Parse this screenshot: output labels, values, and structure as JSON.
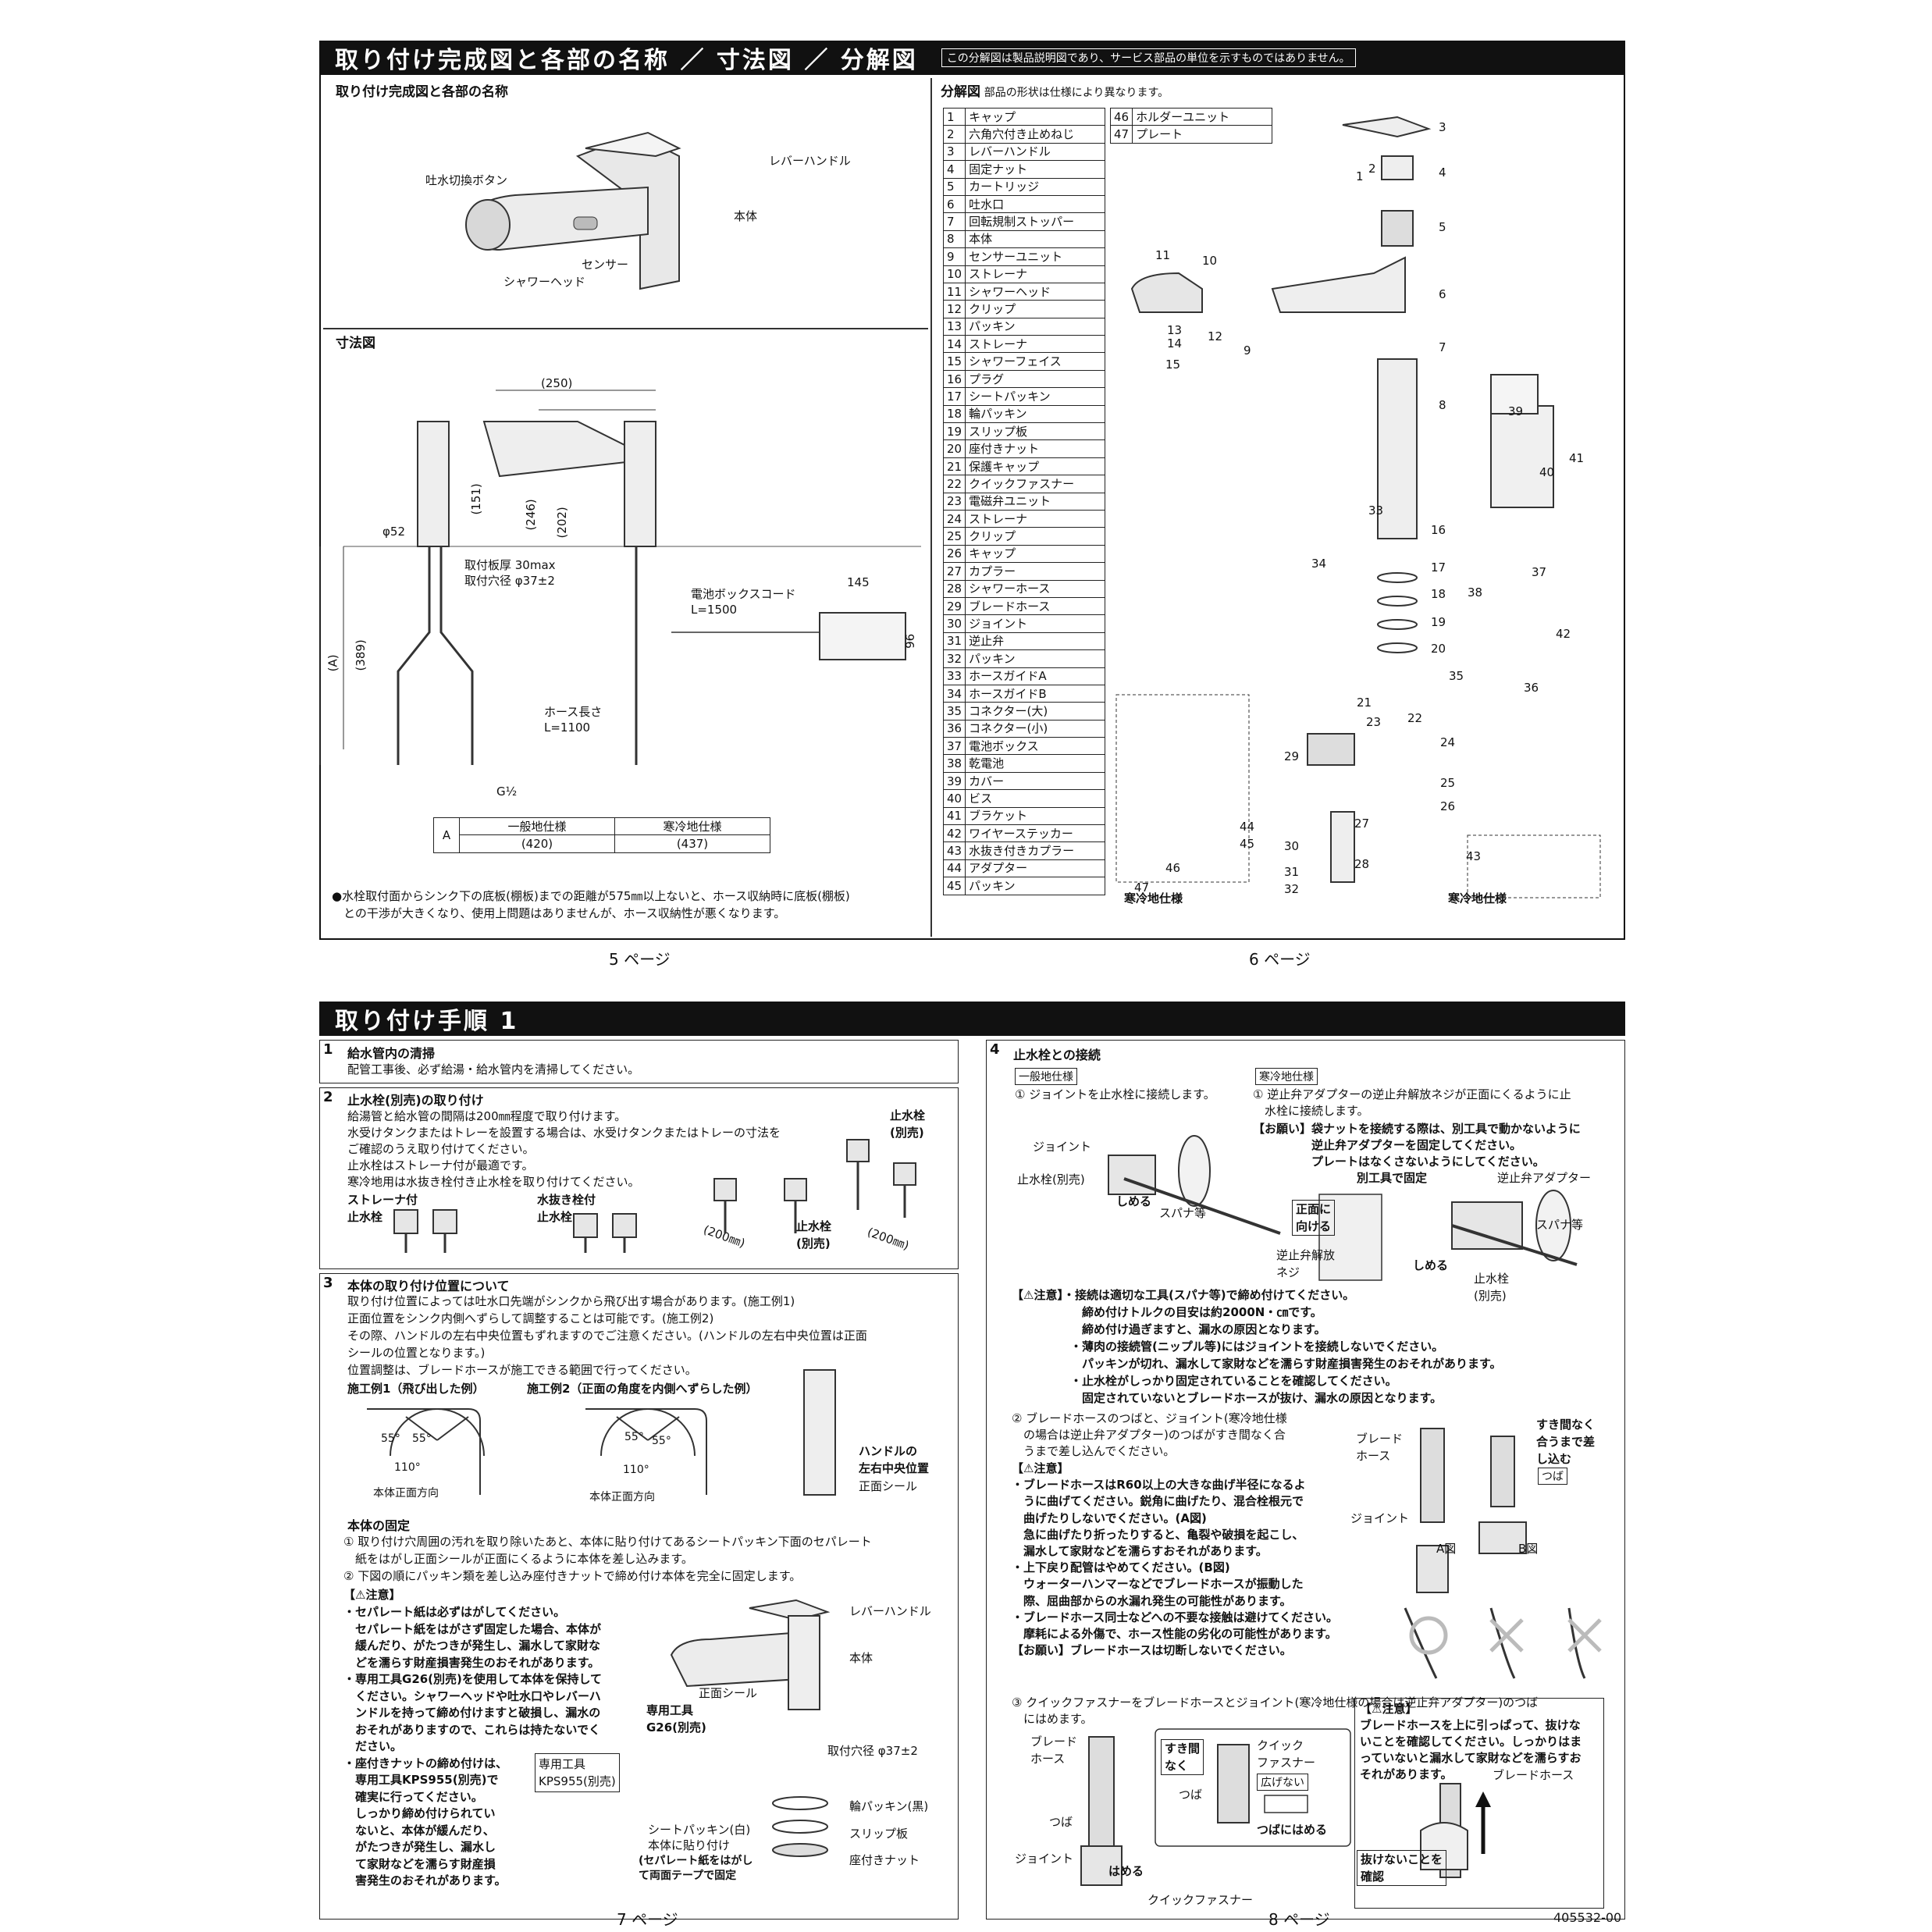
{
  "top": {
    "header": "取り付け完成図と各部の名称 ／ 寸法図 ／ 分解図",
    "header_note": "この分解図は製品説明図であり、サービス部品の単位を示すものではありません。",
    "assembly": {
      "title": "取り付け完成図と各部の名称",
      "labels": {
        "lever": "レバーハンドル",
        "button": "吐水切換ボタン",
        "body": "本体",
        "sensor": "センサー",
        "head": "シャワーヘッド"
      }
    },
    "dimension": {
      "title": "寸法図",
      "d250": "(250)",
      "d151": "(151)",
      "d246": "(246)",
      "d202": "(202)",
      "phi52": "φ52",
      "plate": "取付板厚 30max",
      "hole": "取付穴径 φ37±2",
      "cord": "電池ボックスコード",
      "cord_len": "L=1500",
      "d145": "145",
      "d96": "96",
      "dA": "(A)",
      "d389": "(389)",
      "hose": "ホース長さ",
      "hose_len": "L=1100",
      "g": "G½",
      "table": {
        "col1": "一般地仕様",
        "col2": "寒冷地仕様",
        "row": "A",
        "v1": "(420)",
        "v2": "(437)"
      },
      "note1": "●水栓取付面からシンク下の底板(棚板)までの距離が575㎜以上ないと、ホース収納時に底板(棚板)",
      "note2": "との干渉が大きくなり、使用上問題はありませんが、ホース収納性が悪くなります。"
    },
    "exploded": {
      "title": "分解図",
      "subtitle": "部品の形状は仕様により異なります。",
      "parts_left": [
        [
          "1",
          "キャップ"
        ],
        [
          "2",
          "六角穴付き止めねじ"
        ],
        [
          "3",
          "レバーハンドル"
        ],
        [
          "4",
          "固定ナット"
        ],
        [
          "5",
          "カートリッジ"
        ],
        [
          "6",
          "吐水口"
        ],
        [
          "7",
          "回転規制ストッパー"
        ],
        [
          "8",
          "本体"
        ],
        [
          "9",
          "センサーユニット"
        ],
        [
          "10",
          "ストレーナ"
        ],
        [
          "11",
          "シャワーヘッド"
        ],
        [
          "12",
          "クリップ"
        ],
        [
          "13",
          "パッキン"
        ],
        [
          "14",
          "ストレーナ"
        ],
        [
          "15",
          "シャワーフェイス"
        ],
        [
          "16",
          "プラグ"
        ],
        [
          "17",
          "シートパッキン"
        ],
        [
          "18",
          "輪パッキン"
        ],
        [
          "19",
          "スリップ板"
        ],
        [
          "20",
          "座付きナット"
        ],
        [
          "21",
          "保護キャップ"
        ],
        [
          "22",
          "クイックファスナー"
        ],
        [
          "23",
          "電磁弁ユニット"
        ],
        [
          "24",
          "ストレーナ"
        ],
        [
          "25",
          "クリップ"
        ],
        [
          "26",
          "キャップ"
        ],
        [
          "27",
          "カプラー"
        ],
        [
          "28",
          "シャワーホース"
        ],
        [
          "29",
          "ブレードホース"
        ],
        [
          "30",
          "ジョイント"
        ],
        [
          "31",
          "逆止弁"
        ],
        [
          "32",
          "パッキン"
        ],
        [
          "33",
          "ホースガイドA"
        ],
        [
          "34",
          "ホースガイドB"
        ],
        [
          "35",
          "コネクター(大)"
        ],
        [
          "36",
          "コネクター(小)"
        ],
        [
          "37",
          "電池ボックス"
        ],
        [
          "38",
          "乾電池"
        ],
        [
          "39",
          "カバー"
        ],
        [
          "40",
          "ビス"
        ],
        [
          "41",
          "ブラケット"
        ],
        [
          "42",
          "ワイヤーステッカー"
        ],
        [
          "43",
          "水抜き付きカプラー"
        ],
        [
          "44",
          "アダプター"
        ],
        [
          "45",
          "パッキン"
        ]
      ],
      "parts_right": [
        [
          "46",
          "ホルダーユニット"
        ],
        [
          "47",
          "プレート"
        ]
      ],
      "callouts": [
        "1",
        "2",
        "3",
        "4",
        "5",
        "6",
        "7",
        "8",
        "9",
        "10",
        "11",
        "12",
        "13",
        "14",
        "15",
        "16",
        "17",
        "18",
        "19",
        "20",
        "21",
        "22",
        "23",
        "24",
        "25",
        "26",
        "27",
        "28",
        "29",
        "30",
        "31",
        "32",
        "33",
        "34",
        "35",
        "36",
        "37",
        "38",
        "39",
        "40",
        "41",
        "42",
        "43",
        "44",
        "45",
        "46",
        "47"
      ],
      "cold1": "寒冷地仕様",
      "cold2": "寒冷地仕様"
    },
    "page5": "5 ページ",
    "page6": "6 ページ"
  },
  "bottom": {
    "header": "取り付け手順 1",
    "step1": {
      "num": "1",
      "title": "給水管内の清掃",
      "text": "配管工事後、必ず給湯・給水管内を清掃してください。"
    },
    "step2": {
      "num": "2",
      "title": "止水栓(別売)の取り付け",
      "lines": [
        "給湯管と給水管の間隔は200㎜程度で取り付けます。",
        "水受けタンクまたはトレーを設置する場合は、水受けタンクまたはトレーの寸法を",
        "ご確認のうえ取り付けてください。",
        "止水栓はストレーナ付が最適です。",
        "寒冷地用は水抜き栓付き止水栓を取り付けてください。"
      ],
      "label_strainer": "ストレーナ付\n止水栓",
      "label_drain": "水抜き栓付\n止水栓",
      "label_stop1": "止水栓\n(別売)",
      "label_stop2": "止水栓\n(別売)",
      "d200a": "(200㎜)",
      "d200b": "(200㎜)"
    },
    "step3": {
      "num": "3",
      "title": "本体の取り付け位置について",
      "lines": [
        "取り付け位置によっては吐水口先端がシンクから飛び出す場合があります。(施工例1)",
        "正面位置をシンク内側へずらして調整することは可能です。(施工例2)",
        "その際、ハンドルの左右中央位置もずれますのでご注意ください。(ハンドルの左右中央位置は正面",
        "シールの位置となります。)",
        "位置調整は、ブレードホースが施工できる範囲で行ってください。"
      ],
      "ex1": "施工例1（飛び出した例）",
      "ex2": "施工例2（正面の角度を内側へずらした例）",
      "a55a": "55°",
      "a55b": "55°",
      "a110a": "110°",
      "a55c": "55°",
      "a55d": "55°",
      "a110b": "110°",
      "front1": "本体正面方向",
      "front2": "本体正面方向",
      "handle_center": "ハンドルの\n左右中央位置",
      "front_seal": "正面シール",
      "fix_title": "本体の固定",
      "fix_lines": [
        "① 取り付け穴周囲の汚れを取り除いたあと、本体に貼り付けてあるシートパッキン下面のセパレート",
        "　紙をはがし正面シールが正面にくるように本体を差し込みます。",
        "② 下図の順にパッキン類を差し込み座付きナットで締め付け本体を完全に固定します。"
      ],
      "caution_head": "【⚠注意】",
      "caution_lines": [
        "・セパレート紙は必ずはがしてください。",
        "　セパレート紙をはがさず固定した場合、本体が",
        "　緩んだり、がたつきが発生し、漏水して家財な",
        "　どを濡らす財産損害発生のおそれがあります。",
        "・専用工具G26(別売)を使用して本体を保持して",
        "　ください。シャワーヘッドや吐水口やレバーハ",
        "　ンドルを持って締め付けますと破損し、漏水の",
        "　おそれがありますので、これらは持たないでく",
        "　ださい。",
        "・座付きナットの締め付けは、",
        "　専用工具KPS955(別売)で",
        "　確実に行ってください。",
        "　しっかり締め付けられてい",
        "　ないと、本体が緩んだり、",
        "　がたつきが発生し、漏水し",
        "　て家財などを濡らす財産損",
        "　害発生のおそれがあります。"
      ],
      "tool_kps": "専用工具\nKPS955(別売)",
      "tool_g26": "専用工具\nG26(別売)",
      "lever": "レバーハンドル",
      "body": "本体",
      "seal": "正面シール",
      "hole": "取付穴径 φ37±2",
      "packing_b": "輪パッキン(黒)",
      "slip": "スリップ板",
      "nut": "座付きナット",
      "sheet": "シートパッキン(白)",
      "sheet2": "本体に貼り付け",
      "sheet3": "(セパレート紙をはがし\nて両面テープで固定"
    },
    "step4": {
      "num": "4",
      "title": "止水栓との接続",
      "general": "一般地仕様",
      "cold": "寒冷地仕様",
      "g1": "① ジョイントを止水栓に接続します。",
      "c1a": "① 逆止弁アダプターの逆止弁解放ネジが正面にくるように止",
      "c1b": "　水栓に接続します。",
      "req1": "【お願い】袋ナットを接続する際は、別工具で動かないように",
      "req2": "　　　　　逆止弁アダプターを固定してください。",
      "req3": "　　　　　プレートはなくさないようにしてください。",
      "tool_fix": "別工具で固定",
      "joint": "ジョイント",
      "stop": "止水栓(別売)",
      "tighten": "しめる",
      "spanner": "スパナ等",
      "front": "正面に\n向ける",
      "release": "逆止弁解放\nネジ",
      "adapter": "逆止弁アダプター",
      "spanner2": "スパナ等",
      "tighten2": "しめる",
      "stop2": "止水栓\n(別売)",
      "caut_lines": [
        "【⚠注意】・接続は適切な工具(スパナ等)で締め付けてください。",
        "　　　　　　締め付けトルクの目安は約2000N・㎝です。",
        "　　　　　　締め付け過ぎますと、漏水の原因となります。",
        "　　　　　・薄肉の接続管(ニップル等)にはジョイントを接続しないでください。",
        "　　　　　　パッキンが切れ、漏水して家財などを濡らす財産損害発生のおそれがあります。",
        "　　　　　・止水栓がしっかり固定されていることを確認してください。",
        "　　　　　　固定されていないとブレードホースが抜け、漏水の原因となります。"
      ],
      "s2_lines": [
        "② ブレードホースのつばと、ジョイント(寒冷地仕様",
        "　の場合は逆止弁アダプター)のつばがすき間なく合",
        "　うまで差し込んでください。"
      ],
      "s2_caution": [
        "【⚠注意】",
        "・ブレードホースはR60以上の大きな曲げ半径になるよ",
        "　うに曲げてください。鋭角に曲げたり、混合栓根元で",
        "　曲げたりしないでください。(A図)",
        "　急に曲げたり折ったりすると、亀裂や破損を起こし、",
        "　漏水して家財などを濡らすおそれがあります。",
        "・上下戻り配管はやめてください。(B図)",
        "　ウォーターハンマーなどでブレードホースが振動した",
        "　際、屈曲部からの水漏れ発生の可能性があります。",
        "・ブレードホース同士などへの不要な接触は避けてください。",
        "　摩耗による外傷で、ホース性能の劣化の可能性があります。",
        "【お願い】ブレードホースは切断しないでください。"
      ],
      "braid": "ブレード\nホース",
      "joint2": "ジョイント",
      "nogap": "すき間なく\n合うまで差\nし込む",
      "tsuba": "つば",
      "figA": "A図",
      "figB": "B図",
      "s3a": "③ クイックファスナーをブレードホースとジョイント(寒冷地仕様の場合は逆止弁アダプター)のつば",
      "s3b": "　にはめます。",
      "braid2": "ブレード\nホース",
      "nogap2": "すき間\nなく",
      "qf": "クイック\nファスナー",
      "wide": "広げない",
      "tsuba2": "つば",
      "tsuba3": "つば",
      "fit_tsuba": "つばにはめる",
      "joint3": "ジョイント",
      "fit": "はめる",
      "qf2": "クイックファスナー",
      "s3_caution": [
        "【⚠注意】",
        "ブレードホースを上に引っぱって、抜けな",
        "いことを確認してください。しっかりはま",
        "っていないと漏水して家財などを濡らすお",
        "それがあります。"
      ],
      "braid3": "ブレードホース",
      "check": "抜けないことを\n確認"
    },
    "page7": "7 ページ",
    "page8": "8 ページ",
    "code": "405532-00"
  }
}
